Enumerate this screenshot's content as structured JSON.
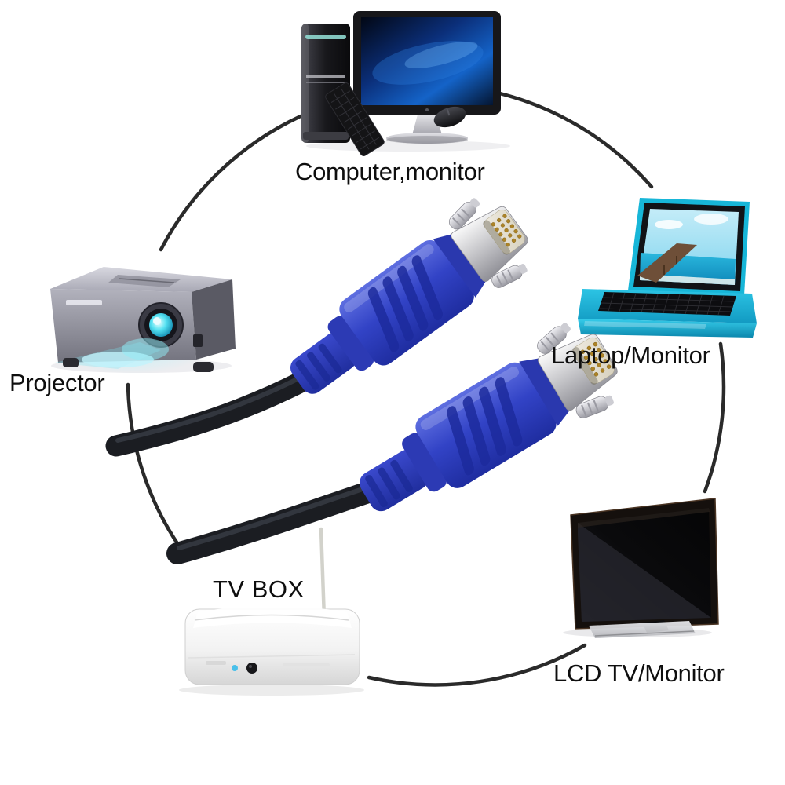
{
  "diagram": {
    "title_hint": "VGA cable device-compatibility diagram",
    "devices": [
      {
        "id": "computer",
        "label": "Computer,monitor"
      },
      {
        "id": "laptop",
        "label": "Laptop/Monitor"
      },
      {
        "id": "lcd-tv",
        "label": "LCD TV/Monitor"
      },
      {
        "id": "tv-box",
        "label": "TV BOX"
      },
      {
        "id": "projector",
        "label": "Projector"
      }
    ],
    "colors": {
      "background": "#ffffff",
      "label_text": "#0e0e0e",
      "circle_line": "#1a1a1a",
      "cable_black": "#1b1d22",
      "vga_connector_blue": "#3443c8",
      "connector_shell_silver": "#d9d9dd",
      "connector_pins_gold": "#ad8326",
      "laptop_teal": "#18b7d9",
      "projector_glow_cyan": "#7ae4f2"
    }
  }
}
